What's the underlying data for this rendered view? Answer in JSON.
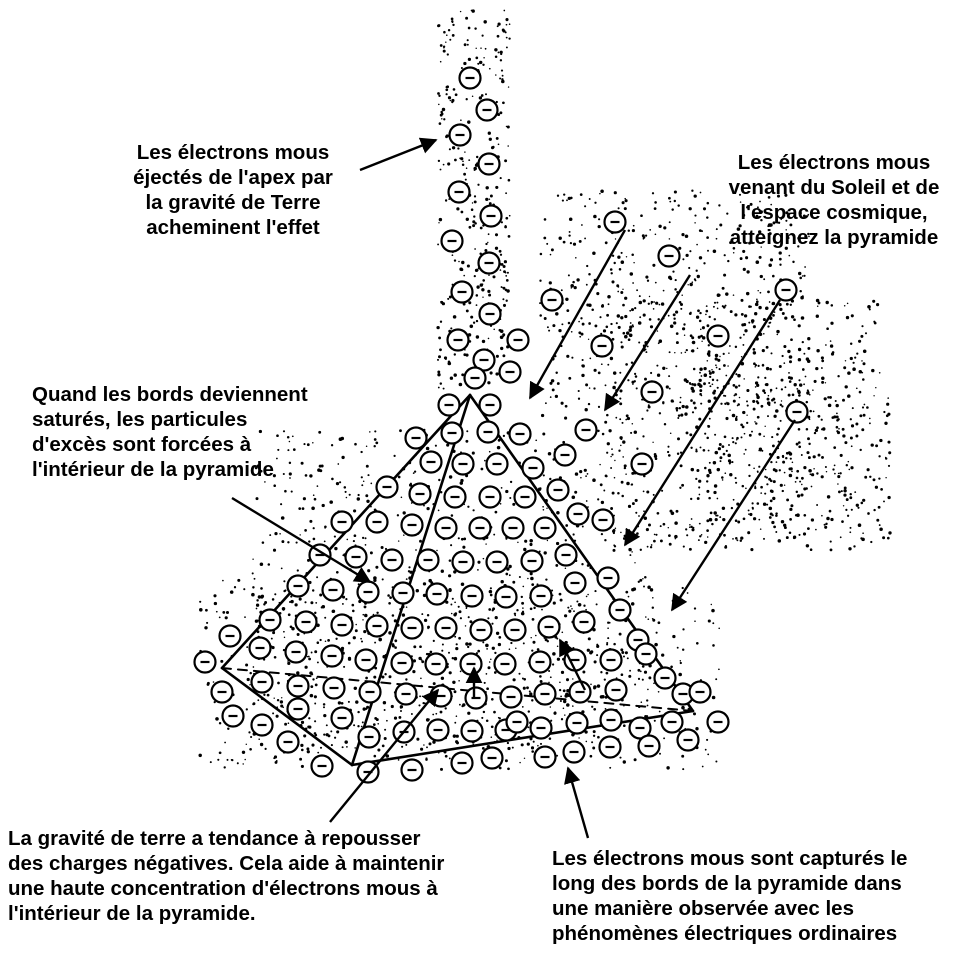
{
  "colors": {
    "ink": "#000000",
    "paper": "#ffffff"
  },
  "electron_symbol": "−",
  "labels": {
    "apex_ejection": [
      "Les électrons mous",
      "éjectés de l'apex par",
      "la gravité de Terre",
      "acheminent l'effet"
    ],
    "solar_cosmic": [
      "Les électrons mous",
      "venant du Soleil et de",
      "l'espace cosmique,",
      "atteignez la pyramide"
    ],
    "saturated_edges": [
      "Quand les bords deviennent",
      "saturés, les particules",
      "d'excès sont forcées à",
      "l'intérieur de la pyramide"
    ],
    "earth_gravity": [
      "La gravité de terre a tendance à repousser",
      "des charges négatives. Cela aide à maintenir",
      "une haute concentration d'électrons mous à",
      "l'intérieur de la pyramide."
    ],
    "edge_capture": [
      "Les électrons mous sont capturés le",
      "long des bords de la pyramide dans",
      "une manière observée avec les",
      "phénomènes électriques ordinaires"
    ]
  }
}
